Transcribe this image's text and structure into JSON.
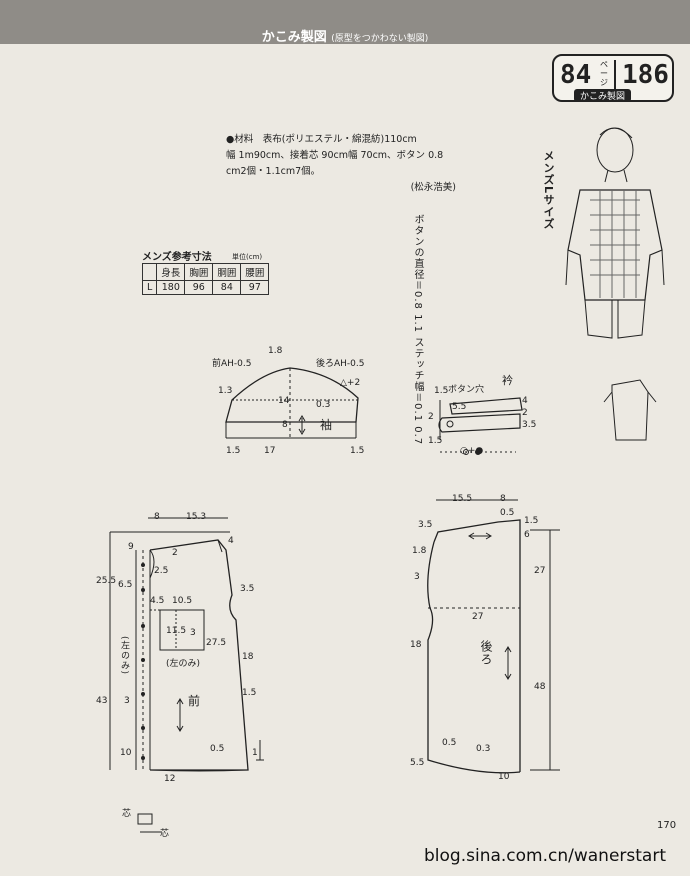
{
  "header": {
    "title": "かこみ製図",
    "subtitle": "(原型をつかわない製図)"
  },
  "page_ref": {
    "page_a": "84",
    "page_label": "ページ",
    "page_b": "186",
    "sub": "かこみ製図"
  },
  "materials": {
    "line1": "●材料　表布(ポリエステル・綿混紡)110cm",
    "line2": "幅 1m90cm、接着芯 90cm幅 70cm、ボタン 0.8",
    "line3": "cm2個・1.1cm7個。",
    "credit": "(松永浩美)"
  },
  "size_label": "メンズLサイズ",
  "button_note": {
    "line1": "ボタンの直径＝0.8 1.1",
    "line2": "ステッチ幅＝0.1 0.7"
  },
  "measurements": {
    "title": "メンズ参考寸法",
    "unit": "単位(cm)",
    "headers": [
      "",
      "身長",
      "胸囲",
      "胴囲",
      "腰囲"
    ],
    "rows": [
      [
        "L",
        "180",
        "96",
        "84",
        "97"
      ]
    ]
  },
  "sleeve": {
    "front_ah": "前AH-0.5",
    "back_ah": "後ろAH-0.5",
    "name": "袖",
    "plus2": "△+2",
    "d18": "1.8",
    "d13": "1.3",
    "d14": "14",
    "d03": "0.3",
    "d8": "8",
    "d15a": "1.5",
    "d17": "17",
    "d15b": "1.5"
  },
  "collar": {
    "name": "衿",
    "buttonhole": "ボタン穴",
    "d15": "1.5",
    "d55": "5.5",
    "d4": "4",
    "d2a": "2",
    "d2b": "2",
    "d35": "3.5",
    "d15b": "1.5",
    "marks": "○+●"
  },
  "front": {
    "name": "前",
    "pocket_left": "(左のみ)",
    "pocket_left2": "(左のみ)",
    "d8": "8",
    "d153": "15.3",
    "d9": "9",
    "d2": "2",
    "d4": "4",
    "d25": "2.5",
    "d255": "25.5",
    "d65": "6.5",
    "d45": "4.5",
    "d105": "10.5",
    "d115": "11.5",
    "d3a": "3",
    "d35": "3.5",
    "d275": "27.5",
    "d18": "18",
    "d15": "1.5",
    "d43": "43",
    "d3b": "3",
    "d10": "10",
    "d05": "0.5",
    "d12": "12",
    "d1": "1"
  },
  "back": {
    "name": "後ろ",
    "d155": "15.5",
    "d8": "8",
    "d05a": "0.5",
    "d15": "1.5",
    "d35": "3.5",
    "d6": "6",
    "d18a": "1.8",
    "d3": "3",
    "d27a": "27",
    "d27b": "27",
    "d18b": "18",
    "d48": "48",
    "d05b": "0.5",
    "d03": "0.3",
    "d55": "5.5",
    "d10": "10"
  },
  "legend": {
    "shin": "芯",
    "shin2": "芯"
  },
  "footer": {
    "watermark": "blog.sina.com.cn/wanerstart",
    "page_no": "170"
  }
}
